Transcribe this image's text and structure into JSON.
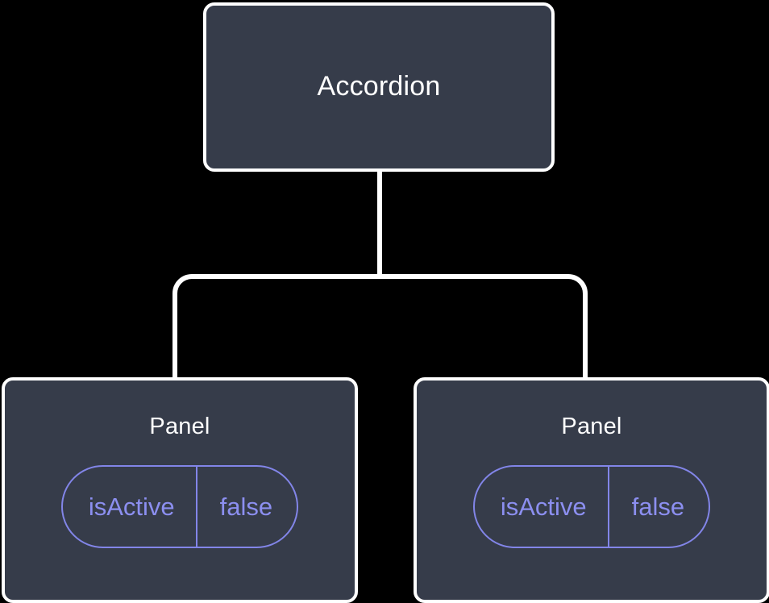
{
  "diagram": {
    "type": "component-tree",
    "background_color": "#000000",
    "node_fill_color": "#363c4a",
    "node_border_color": "#ffffff",
    "edge_color": "#ffffff",
    "accent_color": "#8c8ff0",
    "title_text_color": "#ffffff"
  },
  "root": {
    "label": "Accordion"
  },
  "children": [
    {
      "label": "Panel",
      "prop": {
        "name": "isActive",
        "value": "false"
      }
    },
    {
      "label": "Panel",
      "prop": {
        "name": "isActive",
        "value": "false"
      }
    }
  ]
}
